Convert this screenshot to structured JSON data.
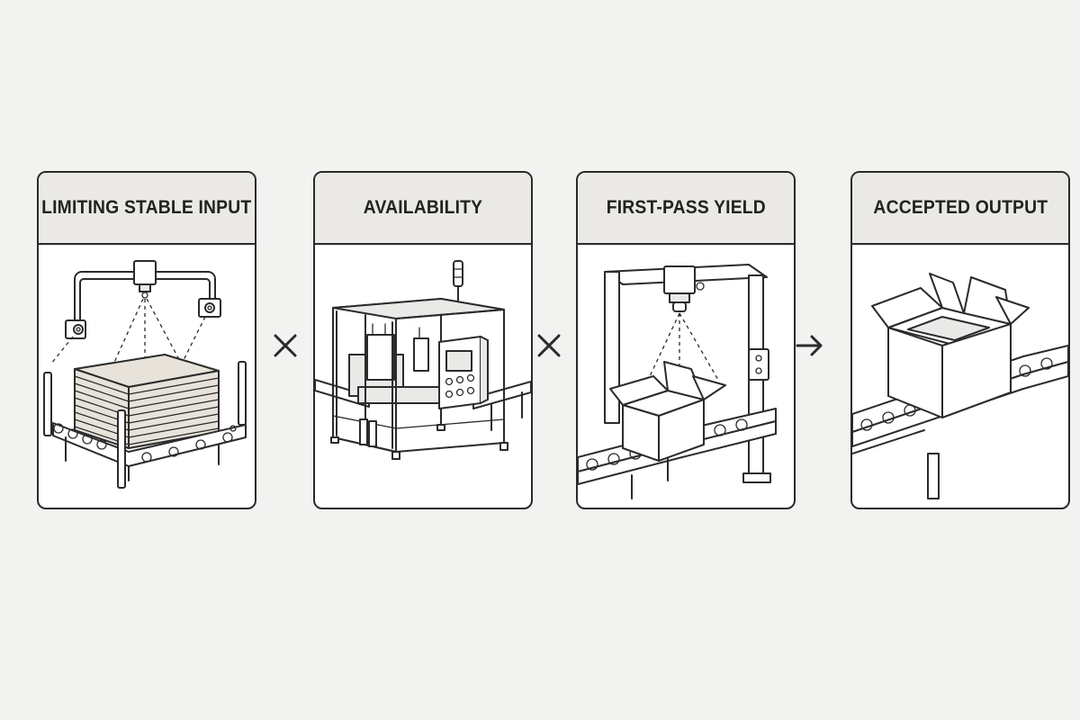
{
  "panels": [
    {
      "title": "LIMITING STABLE INPUT",
      "icon": "stacked-sheets-on-scanned-pallet"
    },
    {
      "title": "AVAILABILITY",
      "icon": "packaging-machine"
    },
    {
      "title": "FIRST-PASS YIELD",
      "icon": "camera-inspected-box"
    },
    {
      "title": "ACCEPTED OUTPUT",
      "icon": "box-on-conveyor"
    }
  ],
  "operators": [
    {
      "symbol": "×",
      "icon": "multiply-icon"
    },
    {
      "symbol": "×",
      "icon": "multiply-icon"
    },
    {
      "symbol": "→",
      "icon": "arrow-right-icon"
    }
  ]
}
